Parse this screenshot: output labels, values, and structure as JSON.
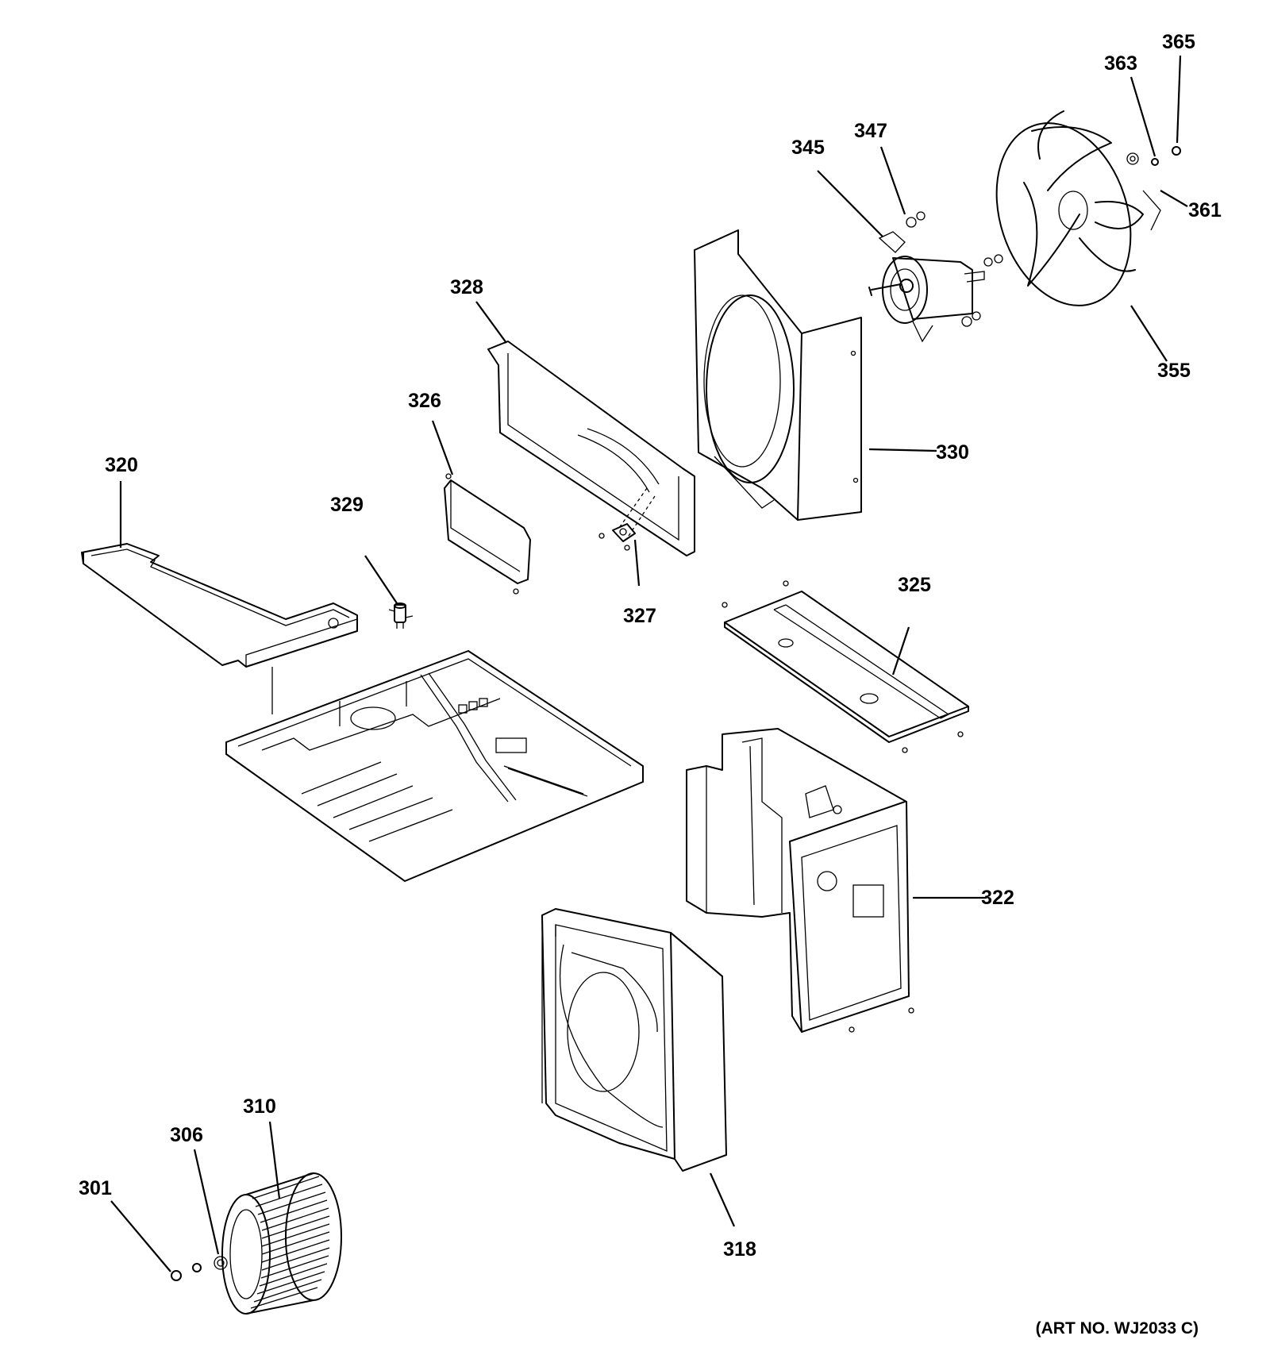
{
  "diagram": {
    "art_number": "(ART NO. WJ2033 C)",
    "callouts": [
      "301",
      "306",
      "310",
      "318",
      "320",
      "322",
      "325",
      "326",
      "327",
      "328",
      "329",
      "330",
      "345",
      "347",
      "355",
      "361",
      "363",
      "365"
    ]
  }
}
